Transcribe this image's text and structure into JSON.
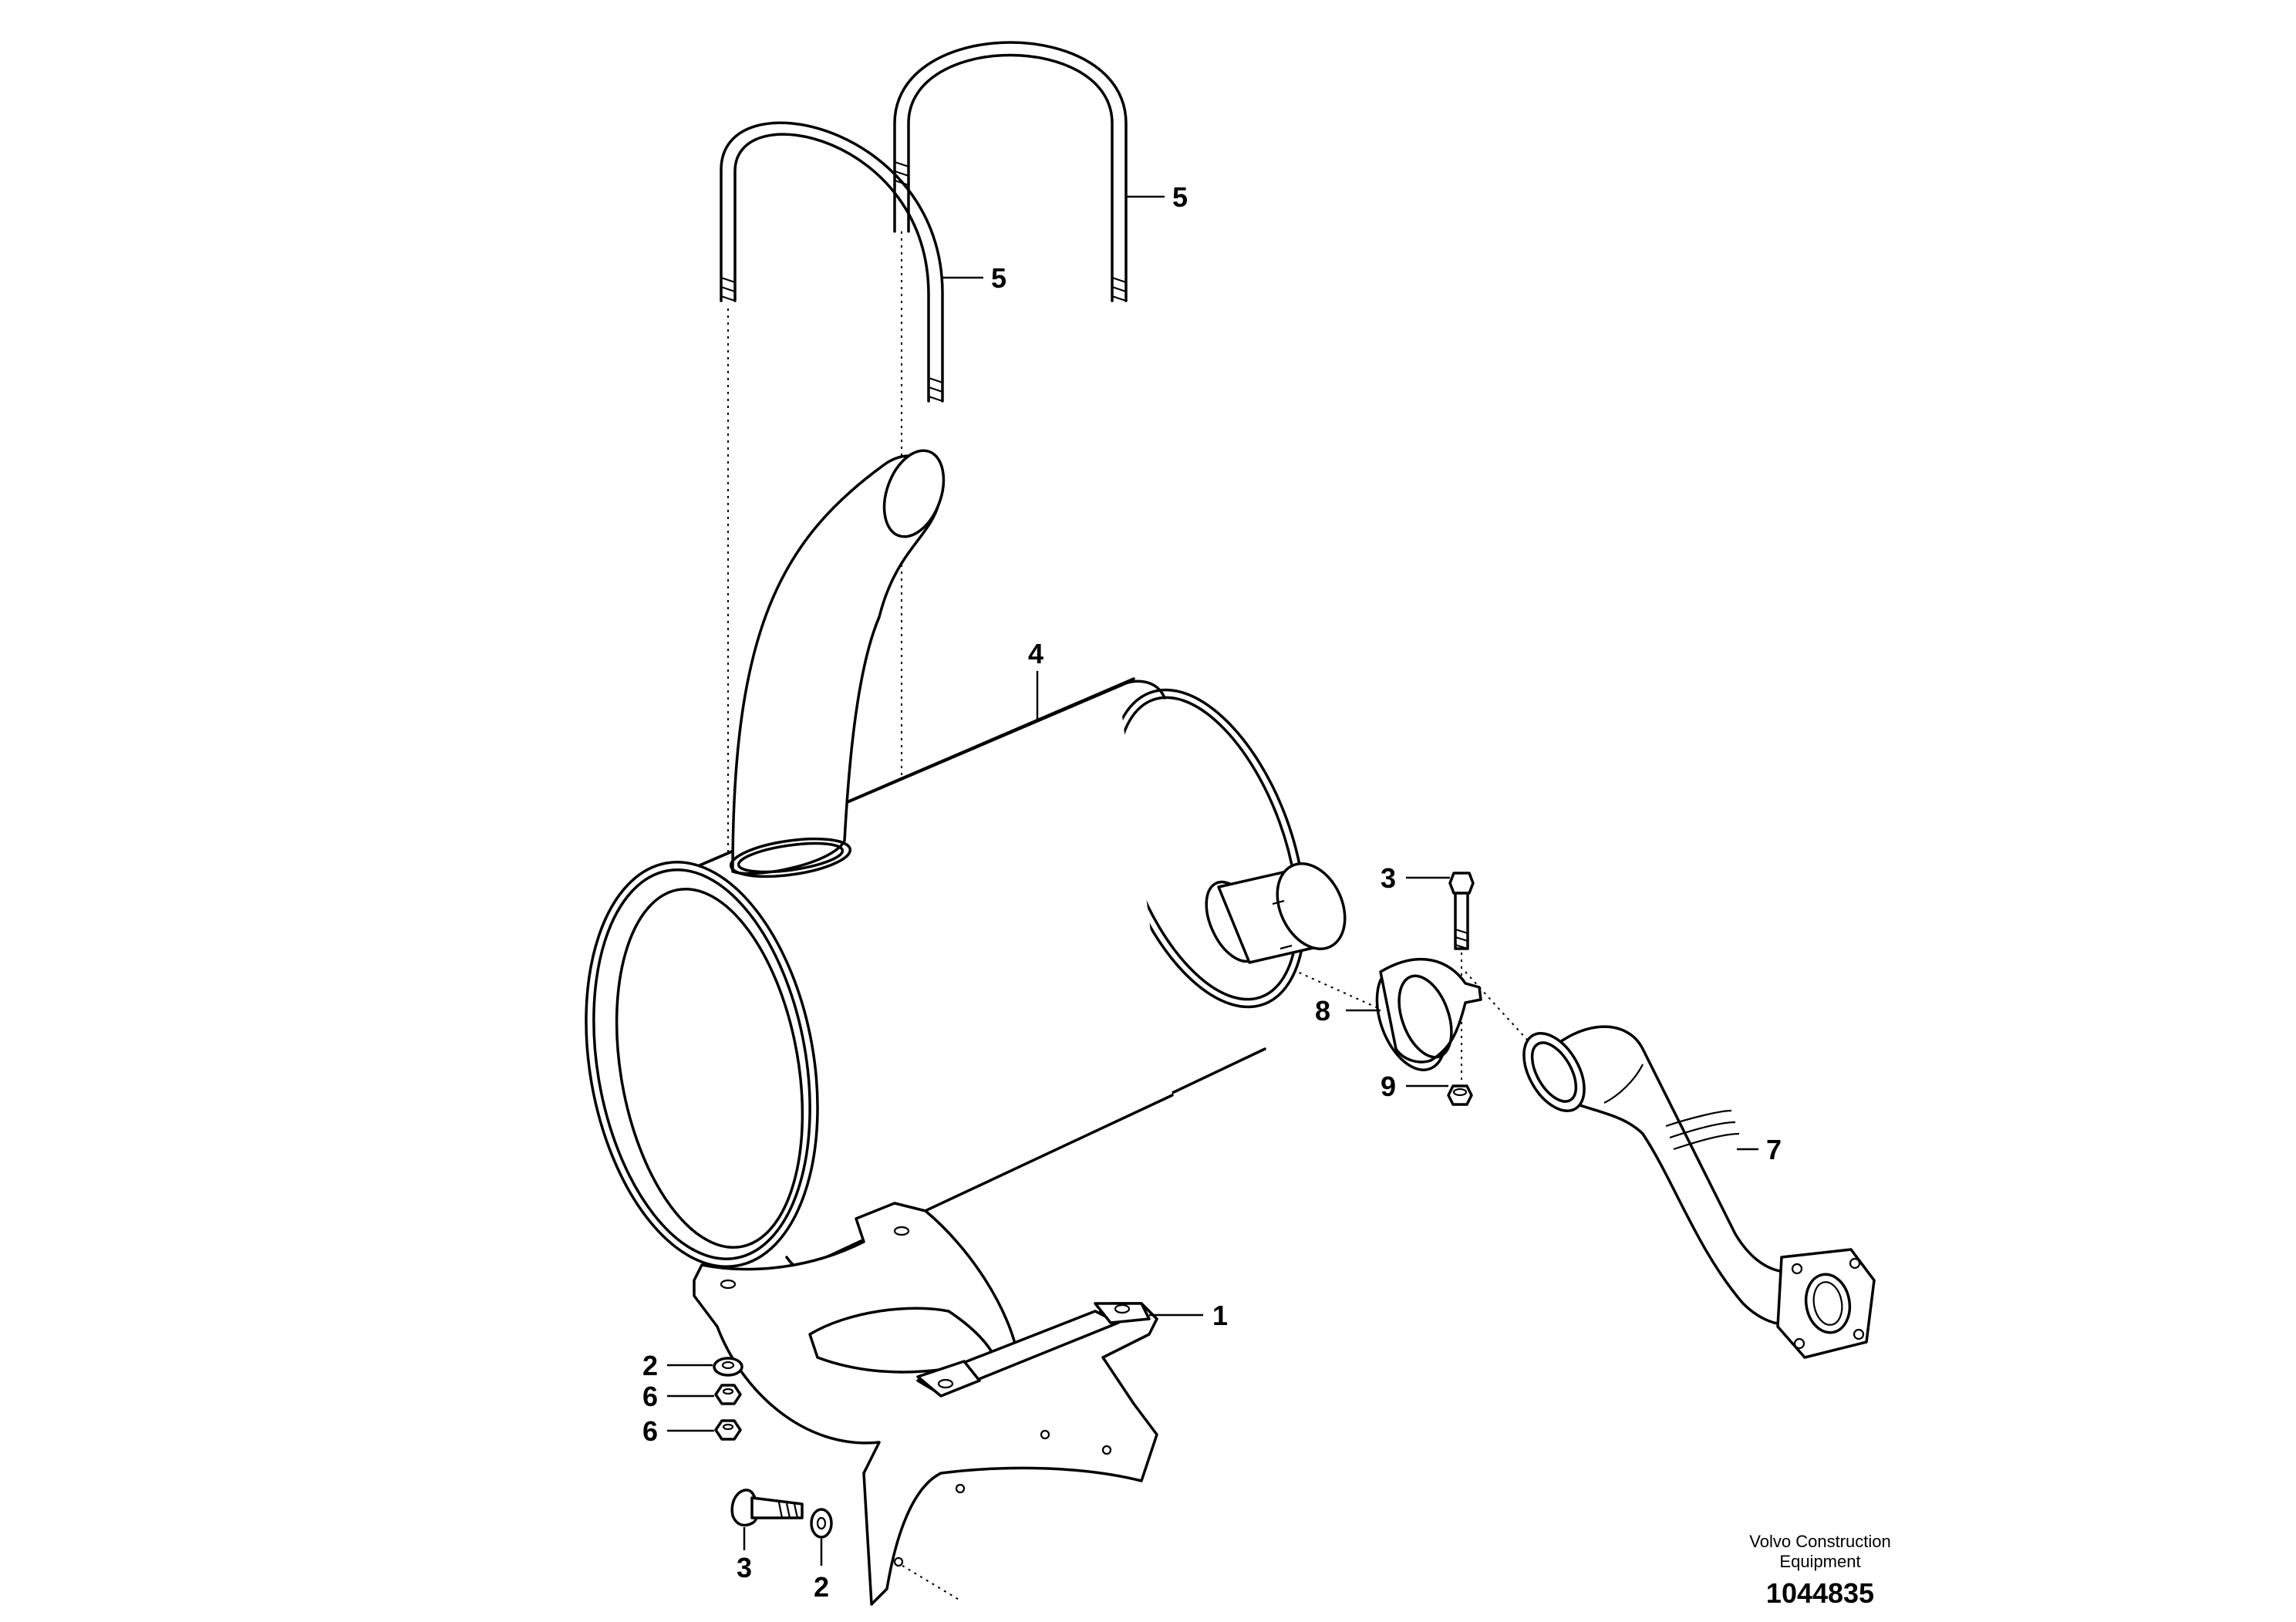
{
  "callouts": {
    "c1": "1",
    "c2a": "2",
    "c2b": "2",
    "c3a": "3",
    "c3b": "3",
    "c4": "4",
    "c5a": "5",
    "c5b": "5",
    "c6a": "6",
    "c6b": "6",
    "c7": "7",
    "c8": "8",
    "c9": "9"
  },
  "brand": {
    "line1": "Volvo Construction",
    "line2": "Equipment"
  },
  "document_number": "1044835"
}
